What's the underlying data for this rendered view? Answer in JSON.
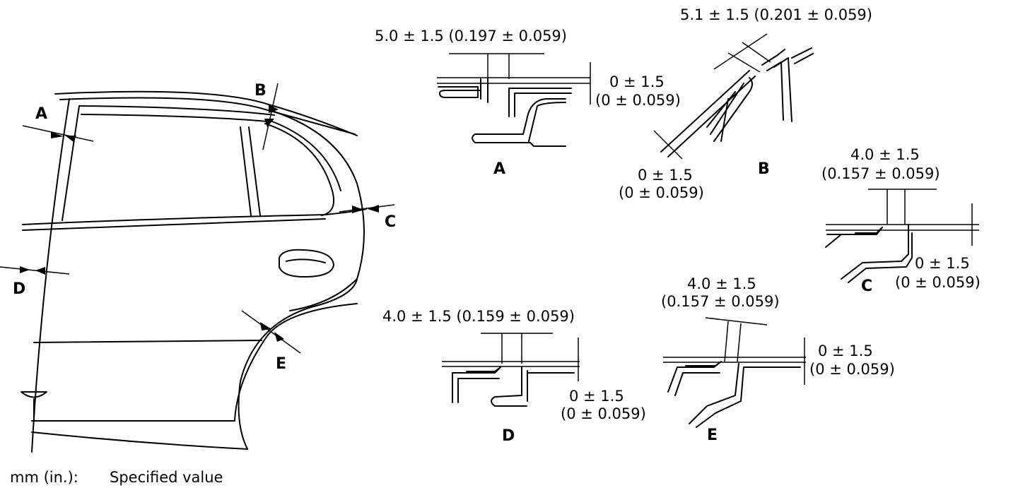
{
  "callouts": {
    "a": "A",
    "b": "B",
    "c": "C",
    "d": "D",
    "e": "E"
  },
  "details": {
    "a": {
      "label": "A",
      "gap_value": "5.0 ± 1.5 (0.197 ± 0.059)",
      "flush_mm": "0 ± 1.5",
      "flush_in": "(0 ± 0.059)"
    },
    "b": {
      "label": "B",
      "gap_value": "5.1 ± 1.5 (0.201 ± 0.059)",
      "flush_mm": "0 ± 1.5",
      "flush_in": "(0 ± 0.059)"
    },
    "c": {
      "label": "C",
      "gap_mm": "4.0 ± 1.5",
      "gap_in": "(0.157 ± 0.059)",
      "flush_mm": "0 ± 1.5",
      "flush_in": "(0 ± 0.059)"
    },
    "d": {
      "label": "D",
      "gap_value": "4.0 ± 1.5 (0.159 ± 0.059)",
      "flush_mm": "0 ± 1.5",
      "flush_in": "(0 ± 0.059)"
    },
    "e": {
      "label": "E",
      "gap_mm": "4.0 ± 1.5",
      "gap_in": "(0.157 ± 0.059)",
      "flush_mm": "0 ± 1.5",
      "flush_in": "(0 ± 0.059)"
    }
  },
  "legend": {
    "units": "mm (in.):",
    "meaning": "Specified value"
  }
}
